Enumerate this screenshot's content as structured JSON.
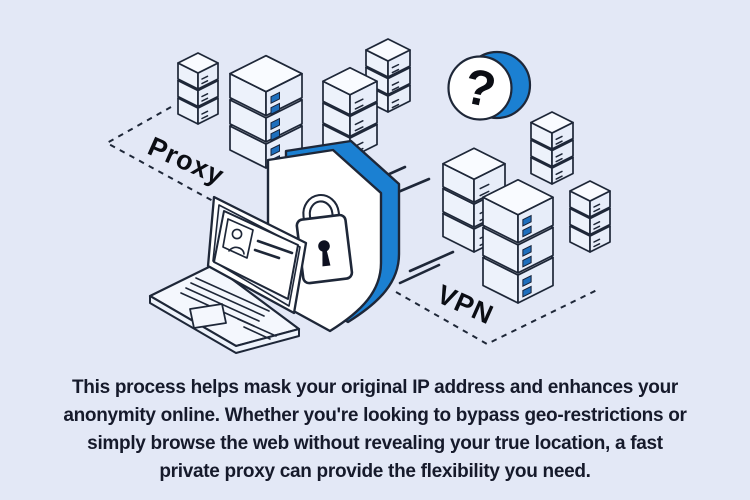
{
  "illustration": {
    "labels": {
      "proxy": "Proxy",
      "vpn": "VPN",
      "question_mark": "?"
    }
  },
  "caption": {
    "lines": [
      "This process helps mask your original IP address and enhances your",
      "anonymity online. Whether you're looking to bypass geo-restrictions or",
      "simply browse the web without revealing your true location, a fast",
      "private proxy can provide the flexibility you need."
    ]
  },
  "colors": {
    "background": "#e3e8f6",
    "accent_blue": "#1b80d2",
    "outline_navy": "#1e2738",
    "led_blue": "#1e6fbd",
    "text_navy": "#161a2b"
  }
}
